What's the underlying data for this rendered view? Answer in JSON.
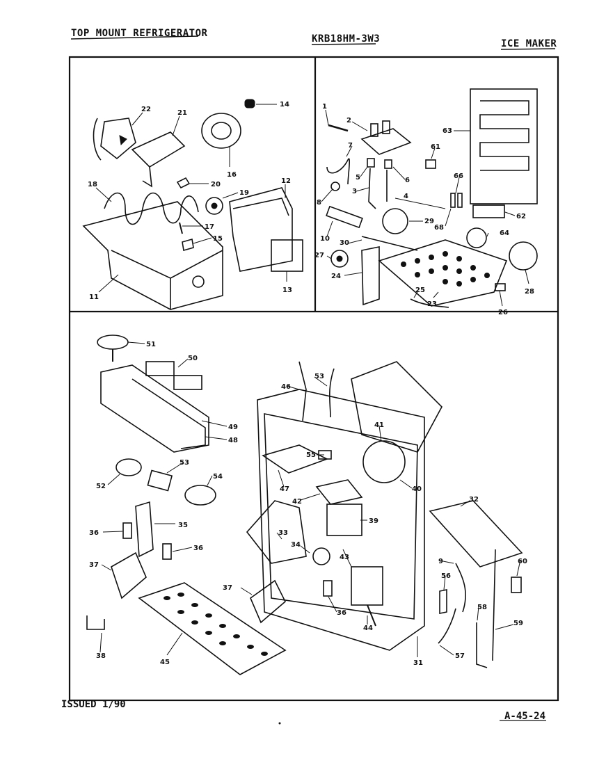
{
  "header": {
    "left": "TOP MOUNT REFRIGERATOR",
    "model": "KRB18HM-3W3",
    "right": "ICE MAKER"
  },
  "footer": {
    "issued": "ISSUED 1/90",
    "page_code": "A-45-24"
  },
  "callouts": {
    "top_left": [
      "22",
      "21",
      "14",
      "16",
      "18",
      "20",
      "19",
      "12",
      "17",
      "15",
      "11",
      "13"
    ],
    "top_right": [
      "1",
      "2",
      "7",
      "61",
      "63",
      "66",
      "5",
      "6",
      "8",
      "3",
      "4",
      "29",
      "62",
      "68",
      "10",
      "30",
      "64",
      "27",
      "24",
      "25",
      "23",
      "26",
      "28"
    ],
    "bottom": [
      "51",
      "50",
      "46",
      "53",
      "49",
      "48",
      "41",
      "55",
      "53",
      "52",
      "54",
      "47",
      "40",
      "42",
      "32",
      "35",
      "39",
      "36",
      "36",
      "33",
      "34",
      "43",
      "60",
      "37",
      "9",
      "56",
      "37",
      "36",
      "58",
      "59",
      "44",
      "57",
      "45",
      "38",
      "31"
    ]
  }
}
